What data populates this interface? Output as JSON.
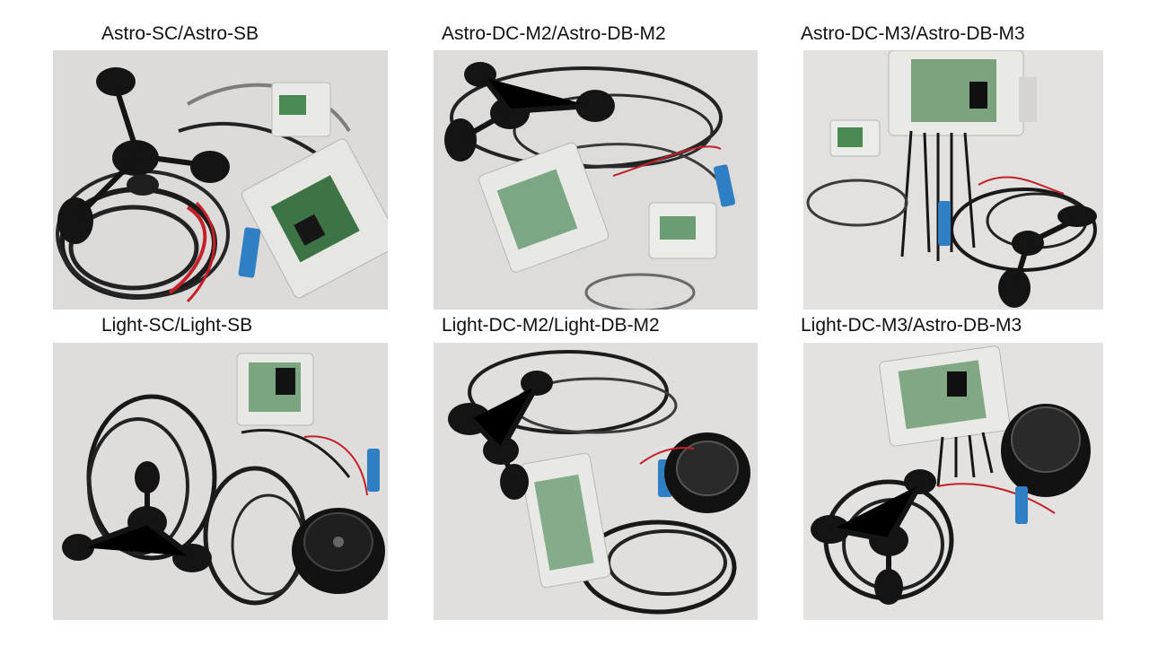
{
  "products": [
    {
      "caption": "Astro-SC/Astro-SB"
    },
    {
      "caption": "Astro-DC-M2/Astro-DB-M2"
    },
    {
      "caption": "Astro-DC-M3/Astro-DB-M3"
    },
    {
      "caption": "Light-SC/Light-SB"
    },
    {
      "caption": "Light-DC-M2/Light-DB-M2"
    },
    {
      "caption": "Light-DC-M3/Astro-DB-M3"
    }
  ],
  "colors": {
    "background": "#ffffff",
    "photo_backdrop": "#d9d8d6",
    "cable": "#1a1a1a",
    "enclosure": "#e8e8e4",
    "pcb": "#3f7a4a",
    "usb_adapter": "#2f7fc4",
    "red_wire": "#c4202a"
  }
}
